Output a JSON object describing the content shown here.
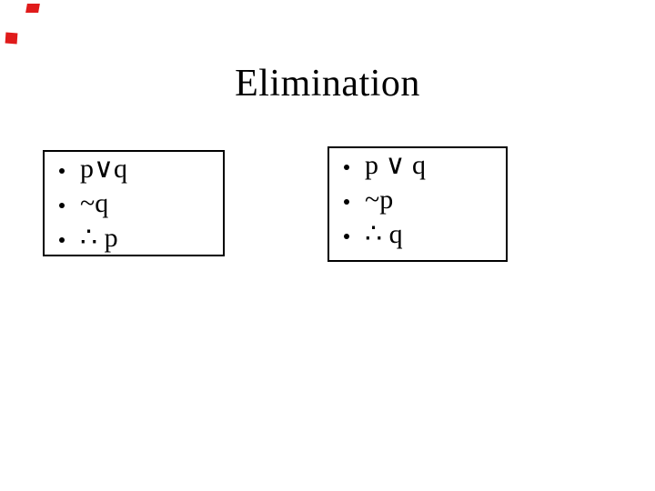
{
  "colors": {
    "background": "#ffffff",
    "text": "#000000",
    "box_border": "#000000",
    "red_mark": "#e01b1b"
  },
  "icons": {
    "bullet": "filled-circle",
    "red_corner_mark": "red-rectangle"
  },
  "slide": {
    "title": "Elimination",
    "boxes": [
      {
        "side": "left",
        "items": [
          "p∨q",
          "~q",
          "∴ p"
        ]
      },
      {
        "side": "right",
        "items": [
          "p ∨ q",
          "~p",
          "∴ q"
        ]
      }
    ]
  }
}
